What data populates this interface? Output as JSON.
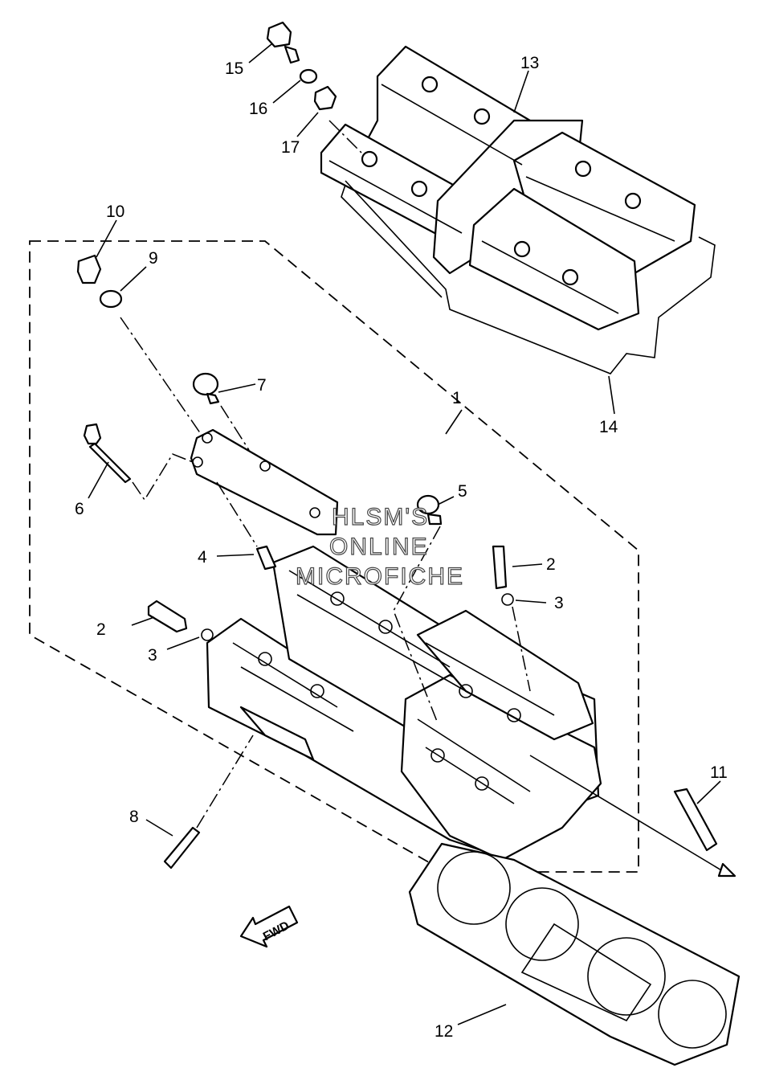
{
  "callouts": {
    "c1": "1",
    "c2a": "2",
    "c2b": "2",
    "c3a": "3",
    "c3b": "3",
    "c4": "4",
    "c5": "5",
    "c6": "6",
    "c7": "7",
    "c8": "8",
    "c9": "9",
    "c10": "10",
    "c11": "11",
    "c12": "12",
    "c13": "13",
    "c14": "14",
    "c15": "15",
    "c16": "16",
    "c17": "17"
  },
  "watermark": {
    "line1": "HLSM'S",
    "line2": "ONLINE",
    "line3": "MICROFICHE"
  },
  "fwd_label": "FWD"
}
